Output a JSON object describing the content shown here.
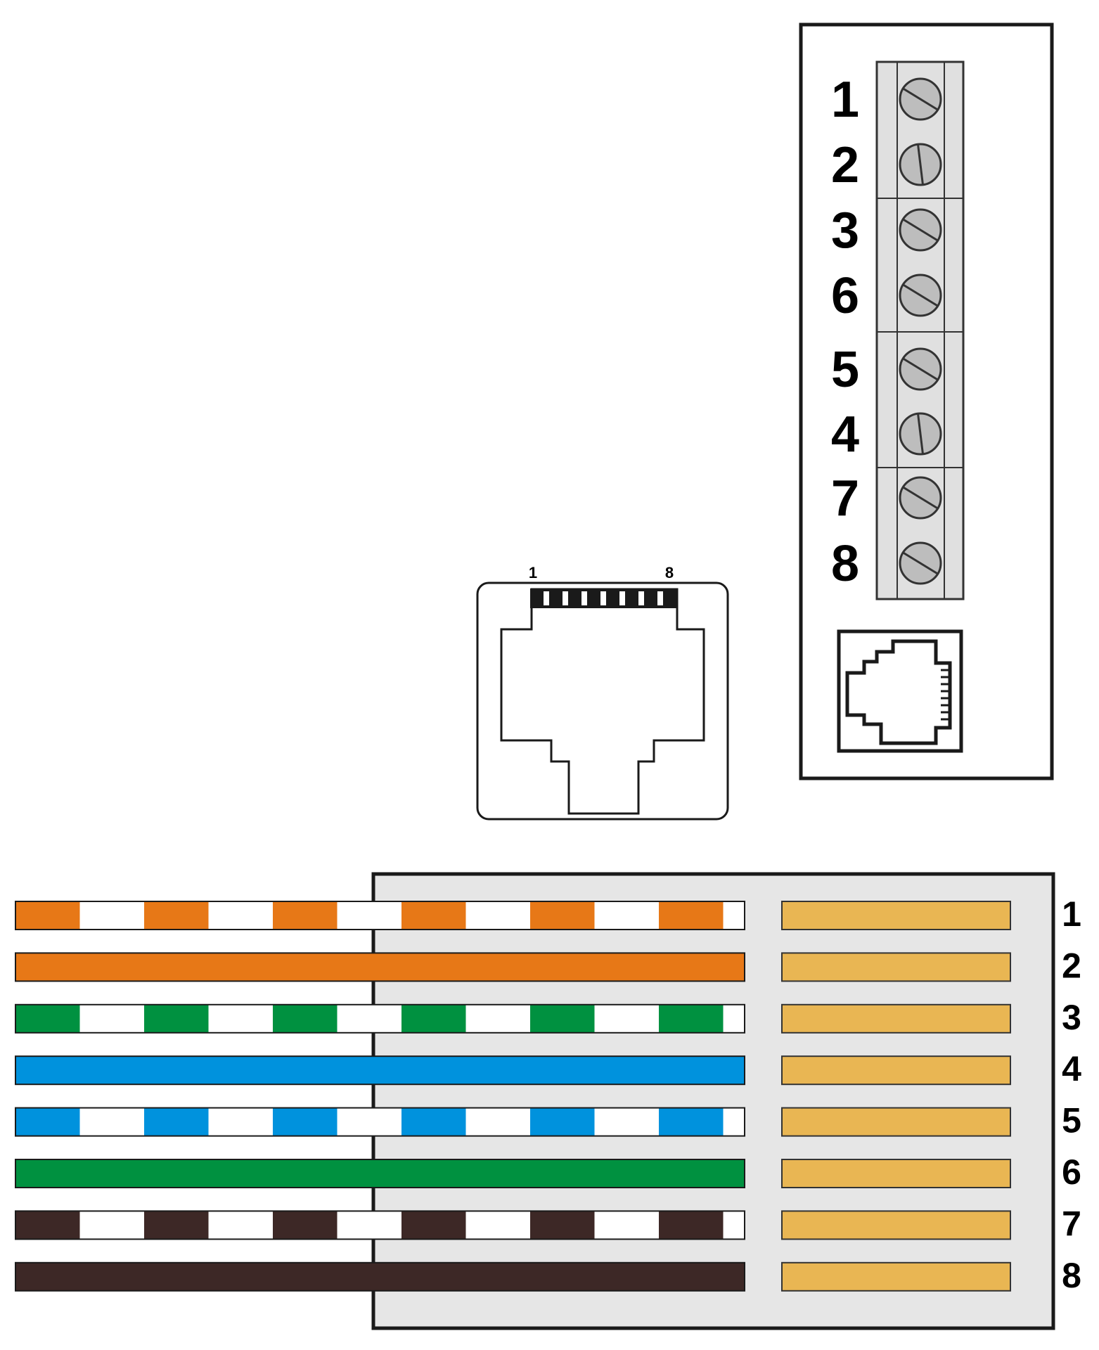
{
  "terminal_block": {
    "pin_labels": [
      "1",
      "2",
      "3",
      "6",
      "5",
      "4",
      "7",
      "8"
    ]
  },
  "jack_front": {
    "pin_first_label": "1",
    "pin_last_label": "8"
  },
  "plug": {
    "pin_labels": [
      "1",
      "2",
      "3",
      "4",
      "5",
      "6",
      "7",
      "8"
    ],
    "wires": [
      {
        "color": "#e77817",
        "striped": true
      },
      {
        "color": "#e77817",
        "striped": false
      },
      {
        "color": "#009140",
        "striped": true
      },
      {
        "color": "#0092dd",
        "striped": false
      },
      {
        "color": "#0092dd",
        "striped": true
      },
      {
        "color": "#009140",
        "striped": false
      },
      {
        "color": "#3d2826",
        "striped": true
      },
      {
        "color": "#3d2826",
        "striped": false
      }
    ],
    "contact_color": "#e9b653",
    "body_color": "#e6e6e6"
  }
}
